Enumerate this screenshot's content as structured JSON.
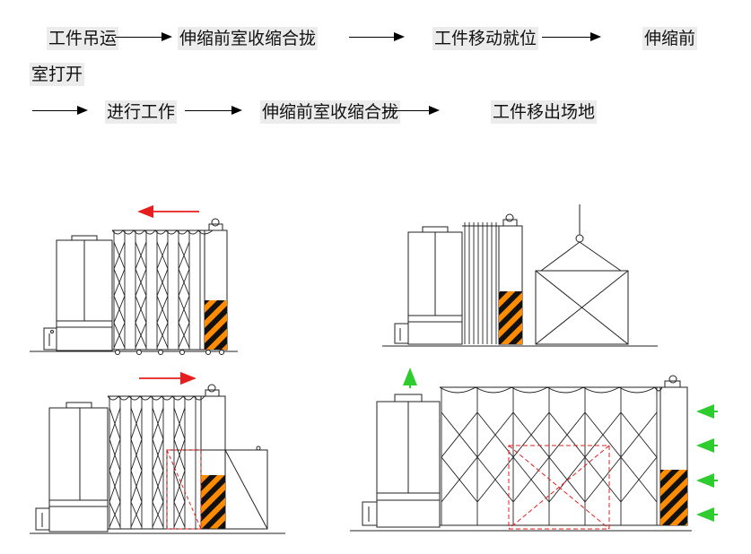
{
  "flow": {
    "steps": [
      "工件吊运",
      "伸缩前室收缩合拢",
      "工件移动就位",
      "伸缩前",
      "室打开",
      "进行工作",
      "伸缩前室收缩合拢",
      "工件移出场地"
    ]
  },
  "colors": {
    "stripe_orange": "#ff8c00",
    "stripe_black": "#111111",
    "move_arrow_red": "#e61e1e",
    "airflow_arrow_green": "#2ecc2e",
    "dashed_workpiece_red": "#e61e1e"
  },
  "icons": [
    "left-arrow-icon",
    "right-arrow-icon",
    "up-arrow-icon",
    "hook-icon"
  ]
}
